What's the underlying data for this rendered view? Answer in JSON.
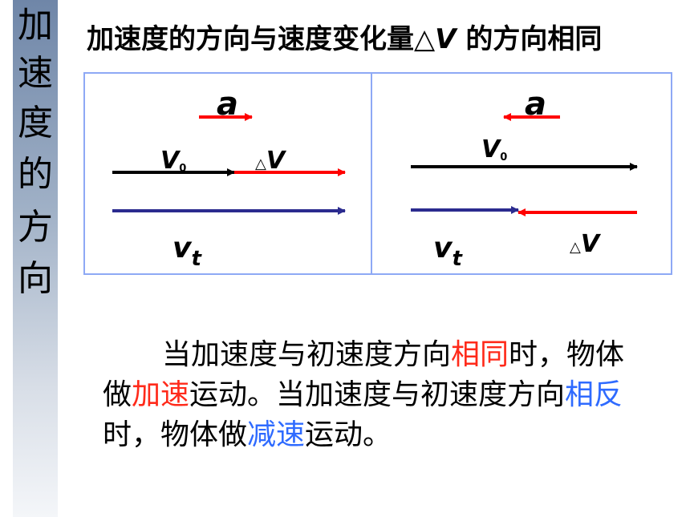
{
  "sidebar": {
    "chars": [
      "加",
      "速",
      "度",
      "的",
      "方",
      "向"
    ]
  },
  "title": {
    "part1": "加速度的方向与速度变化量",
    "delta": "△",
    "v": "V",
    "part2": " 的方向相同"
  },
  "left_panel": {
    "a": "a",
    "v0_v": "V",
    "v0_sub": "0",
    "dv_delta": "△",
    "dv_v": "V",
    "vt_v": "v",
    "vt_sub": "t"
  },
  "right_panel": {
    "a": "a",
    "v0_v": "V",
    "v0_sub": "0",
    "vt_v": "v",
    "vt_sub": "t",
    "dv_delta": "△",
    "dv_v": "V"
  },
  "colors": {
    "red": "#ff0000",
    "black": "#000000",
    "navy": "#2b2b8f",
    "border": "#8ea9f5"
  },
  "paragraph": {
    "s1": "当加速度与初速度方向",
    "s2": "相同",
    "s3": "时，物体做",
    "s4": "加速",
    "s5": "运动。当加速度与初速度方向",
    "s6": "相反",
    "s7": "时，物体做",
    "s8": "减速",
    "s9": "运动。"
  }
}
